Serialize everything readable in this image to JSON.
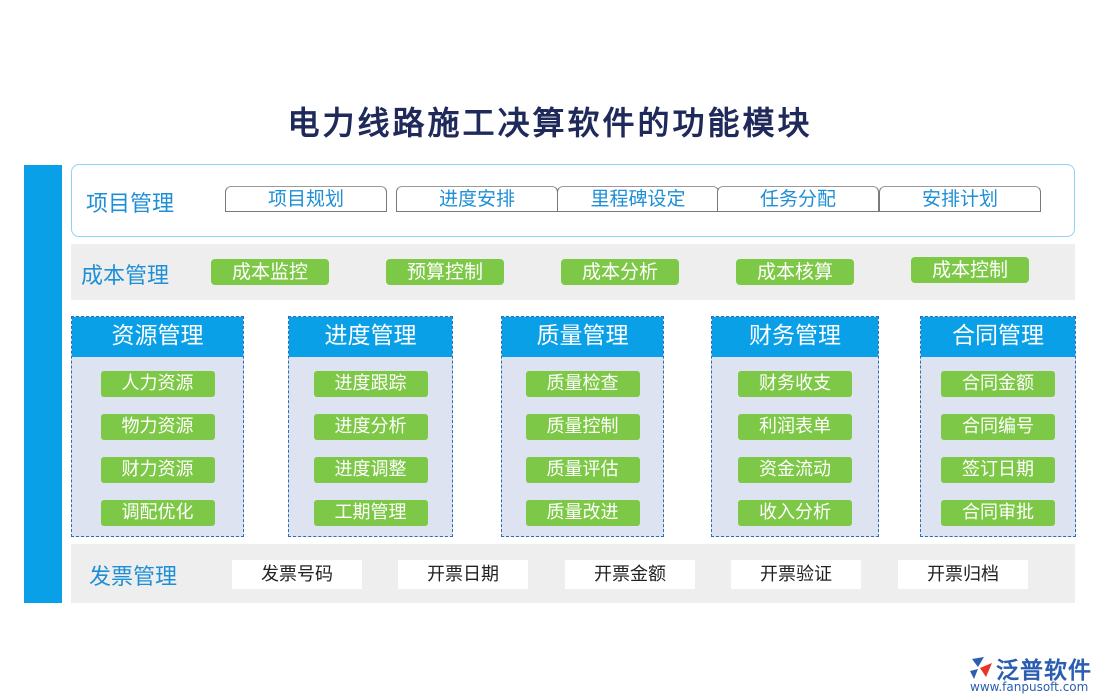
{
  "title": "电力线路施工决算软件的功能模块",
  "colors": {
    "accent_blue": "#0aa0e8",
    "green": "#7ec847",
    "panel_bg": "#dde3f0",
    "title": "#1f2a5a"
  },
  "project_management": {
    "label": "项目管理",
    "items": [
      "项目规划",
      "进度安排",
      "里程碑设定",
      "任务分配",
      "安排计划"
    ]
  },
  "cost_management": {
    "label": "成本管理",
    "items": [
      "成本监控",
      "预算控制",
      "成本分析",
      "成本核算",
      "成本控制"
    ]
  },
  "modules": [
    {
      "title": "资源管理",
      "items": [
        "人力资源",
        "物力资源",
        "财力资源",
        "调配优化"
      ]
    },
    {
      "title": "进度管理",
      "items": [
        "进度跟踪",
        "进度分析",
        "进度调整",
        "工期管理"
      ]
    },
    {
      "title": "质量管理",
      "items": [
        "质量检查",
        "质量控制",
        "质量评估",
        "质量改进"
      ]
    },
    {
      "title": "财务管理",
      "items": [
        "财务收支",
        "利润表单",
        "资金流动",
        "收入分析"
      ]
    },
    {
      "title": "合同管理",
      "items": [
        "合同金额",
        "合同编号",
        "签订日期",
        "合同审批"
      ]
    }
  ],
  "invoice_management": {
    "label": "发票管理",
    "items": [
      "发票号码",
      "开票日期",
      "开票金额",
      "开票验证",
      "开票归档"
    ]
  },
  "brand": {
    "name": "泛普软件",
    "url": "www.fanpusoft.com",
    "icon": "fanpu-logo-icon"
  }
}
